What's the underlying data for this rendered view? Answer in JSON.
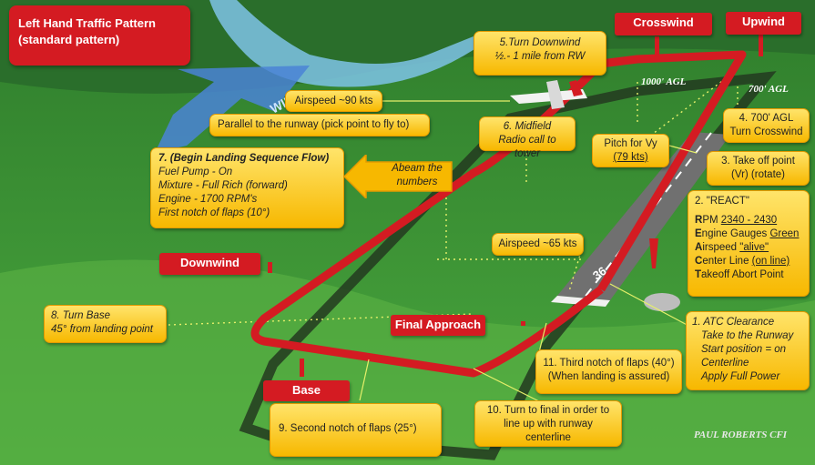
{
  "title": {
    "line1": "Left Hand Traffic Pattern",
    "line2": "(standard pattern)"
  },
  "wind_label": "WIND",
  "legs": {
    "crosswind": "Crosswind",
    "upwind": "Upwind",
    "downwind": "Downwind",
    "base": "Base",
    "final": "Final Approach"
  },
  "altitudes": {
    "downwind": "1000' AGL",
    "upwind": "700' AGL"
  },
  "runway_number": "36",
  "callouts": {
    "turn_downwind": {
      "line1": "5.Turn Downwind",
      "line2": "½.- 1 mile from RW"
    },
    "airspeed_90": "Airspeed ~90 kts",
    "parallel": "Parallel to the runway (pick point to fly to)",
    "midfield": {
      "line1": "6. Midfield",
      "line2": "Radio call to tower"
    },
    "landing_flow": {
      "title": "7. (Begin Landing Sequence Flow)",
      "items": [
        "Fuel Pump - On",
        "Mixture - Full Rich (forward)",
        "Engine - 1700 RPM's",
        "First notch of flaps (10°)"
      ]
    },
    "abeam": {
      "line1": "Abeam the",
      "line2": "numbers"
    },
    "pitch_vy": {
      "line1": "Pitch for Vy",
      "line2": "(79 kts)"
    },
    "turn_crosswind": {
      "line1": "4. 700' AGL",
      "line2": "Turn Crosswind"
    },
    "takeoff_point": {
      "line1": "3. Take off point",
      "line2": "(Vr) (rotate)"
    },
    "react": {
      "title": "2. \"REACT\"",
      "rows": [
        {
          "letter": "R",
          "label": "PM ",
          "value": "2340 - 2430"
        },
        {
          "letter": "E",
          "label": "ngine Gauges ",
          "value": "Green"
        },
        {
          "letter": "A",
          "label": "irspeed ",
          "value": "\"alive\""
        },
        {
          "letter": "C",
          "label": "enter Line ",
          "value": "(on line)"
        },
        {
          "letter": "T",
          "label": "akeoff Abort Point",
          "value": ""
        }
      ]
    },
    "airspeed_65": "Airspeed ~65 kts",
    "turn_base": {
      "line1": "8. Turn Base",
      "line2": "45° from landing point"
    },
    "atc": {
      "items": [
        "1. ATC Clearance",
        "Take to the Runway",
        "Start position = on Centerline",
        "Apply Full Power"
      ]
    },
    "third_notch": {
      "line1": "11. Third notch of flaps (40°)",
      "line2": "(When landing is assured)"
    },
    "turn_final": {
      "line1": "10. Turn to final in order to",
      "line2": "line up with runway",
      "line3": "centerline"
    },
    "second_notch": "9. Second notch of flaps (25°)"
  },
  "watermark": "PAUL ROBERTS CFI",
  "colors": {
    "path": "#d41b22",
    "callout": "#f7b800",
    "grass": "#3f9a35",
    "runway": "#6f6f6f"
  }
}
